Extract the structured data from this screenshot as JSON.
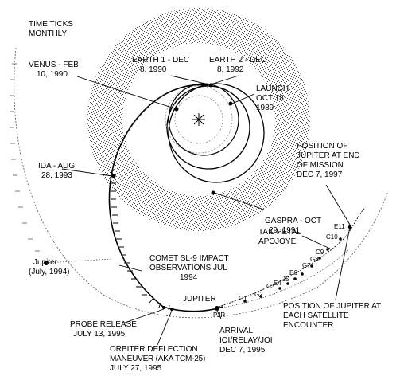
{
  "labels": {
    "time_ticks_1": "TIME TICKS",
    "time_ticks_2": "MONTHLY",
    "venus_1": "VENUS - FEB",
    "venus_2": "10, 1990",
    "earth1_1": "EARTH 1 - DEC",
    "earth1_2": "8, 1990",
    "earth2_1": "EARTH 2 - DEC",
    "earth2_2": "8, 1992",
    "launch_1": "LAUNCH",
    "launch_2": "OCT 18,",
    "launch_3": "1989",
    "ida_1": "IDA - AUG",
    "ida_2": "28, 1993",
    "jupiter_end_1": "POSITION OF",
    "jupiter_end_2": "JUPITER AT END",
    "jupiter_end_3": "OF MISSION",
    "jupiter_end_4": "DEC 7, 1997",
    "gaspra_1": "GASPRA - OCT",
    "gaspra_2": "29, 1991",
    "tail_petal_1": "TAIL PETAL",
    "tail_petal_2": "APOJOYE",
    "jupiter_1994_1": "Jupiter",
    "jupiter_1994_2": "(July, 1994)",
    "comet_1": "COMET SL-9 IMPACT",
    "comet_2": "OBSERVATIONS JUL",
    "comet_3": "1994",
    "jupiter_arrival": "JUPITER",
    "pjr": "PJR",
    "pos_jupiter_1": "POSITION OF JUPITER AT",
    "pos_jupiter_2": "EACH SATELLITE",
    "pos_jupiter_3": "ENCOUNTER",
    "probe_1": "PROBE RELEASE",
    "probe_2": "JULY 13, 1995",
    "arrival_1": "ARRIVAL",
    "arrival_2": "IOI/RELAY/JOI",
    "arrival_3": "DEC 7, 1995",
    "orbiter_1": "ORBITER DEFLECTION",
    "orbiter_2": "MANEUVER (AKA TCM-25)",
    "orbiter_3": "JULY 27, 1995"
  },
  "encounters": [
    "G1",
    "G2",
    "C3",
    "E4",
    "J5",
    "E6",
    "G7",
    "G8",
    "C9",
    "C10",
    "E11"
  ]
}
